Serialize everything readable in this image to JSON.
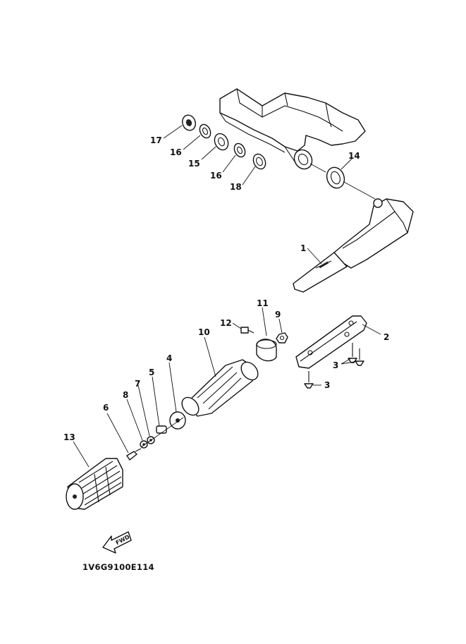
{
  "callouts": [
    "1",
    "2",
    "3",
    "3",
    "4",
    "5",
    "6",
    "7",
    "8",
    "9",
    "10",
    "11",
    "12",
    "13",
    "14",
    "15",
    "16",
    "16",
    "17",
    "18"
  ],
  "fwd_label": "FWD",
  "diagram_code": "1V6G9100E114",
  "colors": {
    "ink": "#111111",
    "background": "#ffffff"
  }
}
